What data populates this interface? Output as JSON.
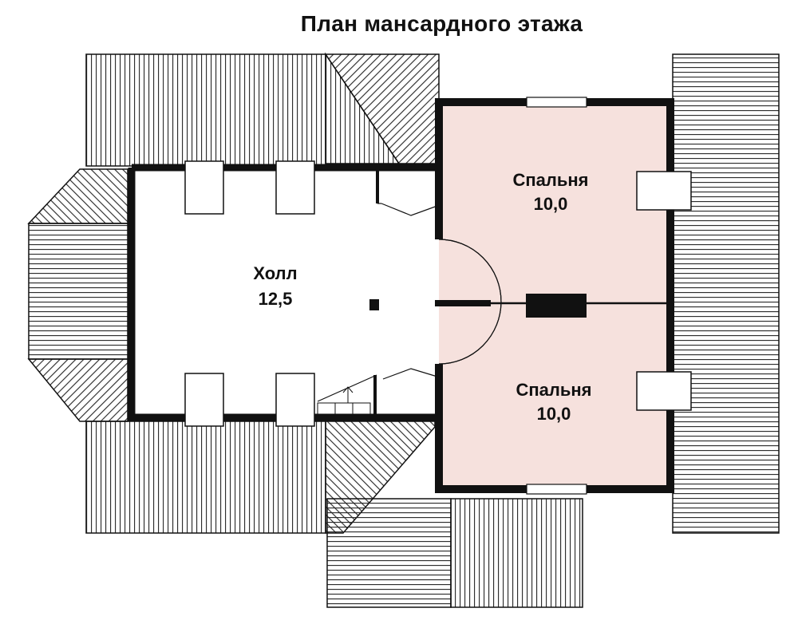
{
  "title": "План мансардного этажа",
  "colors": {
    "wall": "#111111",
    "bedroom_fill": "#f6e1dd",
    "hall_fill": "#ffffff",
    "hatch": "#222222"
  },
  "rooms": [
    {
      "id": "hall",
      "name": "Холл",
      "area": "12,5"
    },
    {
      "id": "bedroom-top",
      "name": "Спальня",
      "area": "10,0"
    },
    {
      "id": "bedroom-bottom",
      "name": "Спальня",
      "area": "10,0"
    }
  ]
}
